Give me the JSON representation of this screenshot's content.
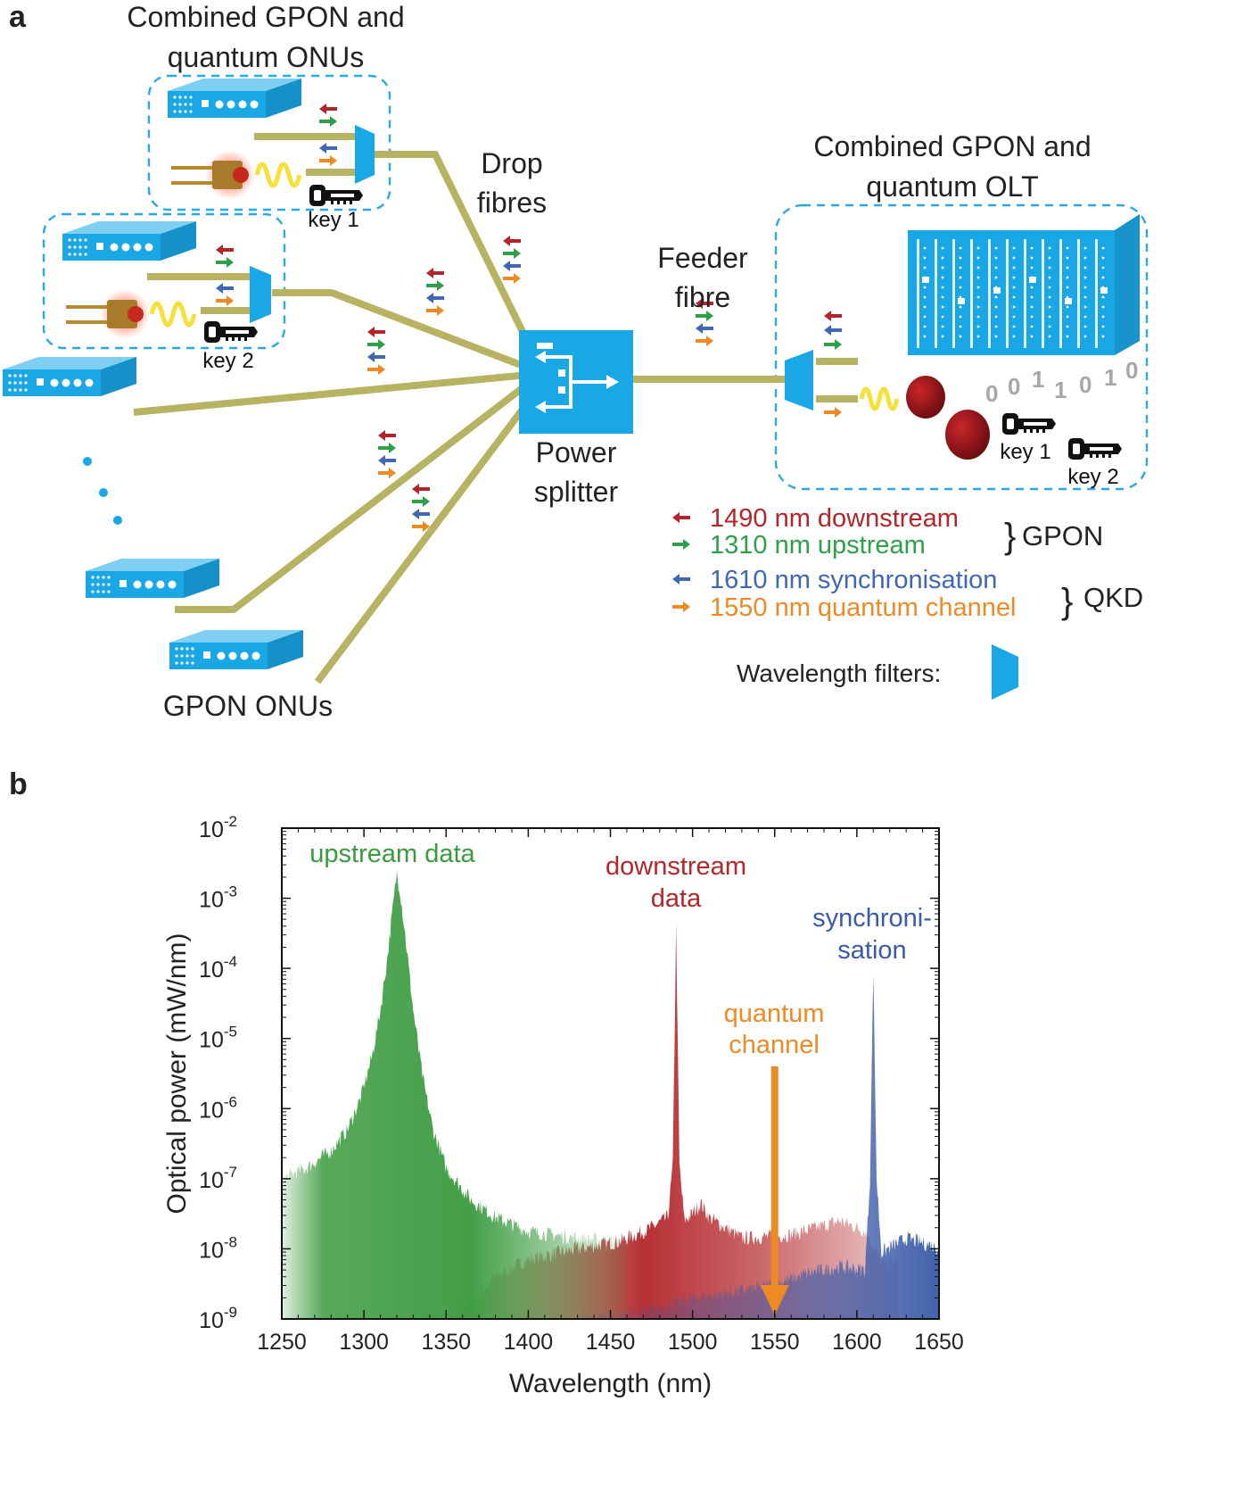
{
  "panel_a": {
    "letter": "a",
    "onu_q_title": [
      "Combined GPON and",
      "quantum ONUs"
    ],
    "olt_title": [
      "Combined GPON and",
      "quantum OLT"
    ],
    "drop_label": [
      "Drop",
      "fibres"
    ],
    "feeder_label": [
      "Feeder",
      "fibre"
    ],
    "splitter_label": [
      "Power",
      "splitter"
    ],
    "gpon_onus_label": "GPON ONUs",
    "keys": {
      "key1": "key 1",
      "key2": "key 2"
    },
    "bits": [
      "0",
      "0",
      "1",
      "1",
      "0",
      "1",
      "0"
    ],
    "legend": {
      "downstream": "1490 nm downstream",
      "upstream": "1310 nm upstream",
      "sync": "1610 nm synchronisation",
      "quantum": "1550 nm quantum channel",
      "gpon_group": "GPON",
      "qkd_group": "QKD",
      "filters": "Wavelength filters:"
    },
    "colors": {
      "downstream": "#b3252a",
      "upstream": "#2ea04a",
      "sync": "#3f67b3",
      "quantum": "#ee8a24",
      "device": "#1aa7e6",
      "fibre": "#b7b362"
    }
  },
  "panel_b": {
    "letter": "b",
    "annotations": {
      "upstream": "upstream data",
      "downstream": [
        "downstream",
        "data"
      ],
      "sync": [
        "synchroni-",
        "sation"
      ],
      "quantum": [
        "quantum",
        "channel"
      ]
    }
  },
  "chart_data": {
    "type": "area",
    "xlabel": "Wavelength (nm)",
    "ylabel": "Optical power (mW/nm)",
    "xlim": [
      1250,
      1650
    ],
    "ylim_log10": [
      -9,
      -2
    ],
    "y_scale": "log",
    "xticks": [
      1250,
      1300,
      1350,
      1400,
      1450,
      1500,
      1550,
      1600,
      1650
    ],
    "yticks": [
      "-2",
      "-3",
      "-4",
      "-5",
      "-6",
      "-7",
      "-8",
      "-9"
    ],
    "ytick_base": "10",
    "series": [
      {
        "name": "upstream data",
        "color": "#3a9a3e",
        "points_log10": [
          [
            1250,
            -7.0
          ],
          [
            1265,
            -6.85
          ],
          [
            1280,
            -6.6
          ],
          [
            1290,
            -6.3
          ],
          [
            1298,
            -5.85
          ],
          [
            1305,
            -5.25
          ],
          [
            1310,
            -4.6
          ],
          [
            1314,
            -3.9
          ],
          [
            1318,
            -3.05
          ],
          [
            1320,
            -2.65
          ],
          [
            1322,
            -2.9
          ],
          [
            1325,
            -3.5
          ],
          [
            1330,
            -4.6
          ],
          [
            1336,
            -5.6
          ],
          [
            1342,
            -6.3
          ],
          [
            1350,
            -6.85
          ],
          [
            1365,
            -7.3
          ],
          [
            1380,
            -7.55
          ],
          [
            1400,
            -7.75
          ],
          [
            1430,
            -7.85
          ],
          [
            1460,
            -7.9
          ]
        ]
      },
      {
        "name": "downstream data",
        "color": "#b3262a",
        "points_log10": [
          [
            1345,
            -9.0
          ],
          [
            1365,
            -8.75
          ],
          [
            1380,
            -8.4
          ],
          [
            1400,
            -8.15
          ],
          [
            1430,
            -8.0
          ],
          [
            1455,
            -7.9
          ],
          [
            1475,
            -7.7
          ],
          [
            1485,
            -7.55
          ],
          [
            1488,
            -6.8
          ],
          [
            1490,
            -3.4
          ],
          [
            1492,
            -6.8
          ],
          [
            1495,
            -7.6
          ],
          [
            1500,
            -7.5
          ],
          [
            1505,
            -7.35
          ],
          [
            1510,
            -7.55
          ],
          [
            1530,
            -7.85
          ],
          [
            1560,
            -7.8
          ],
          [
            1590,
            -7.6
          ],
          [
            1605,
            -7.75
          ],
          [
            1615,
            -8.2
          ],
          [
            1625,
            -8.2
          ]
        ]
      },
      {
        "name": "synchronisation",
        "color": "#3a59a8",
        "points_log10": [
          [
            1430,
            -9.0
          ],
          [
            1470,
            -8.9
          ],
          [
            1500,
            -8.7
          ],
          [
            1530,
            -8.6
          ],
          [
            1550,
            -8.5
          ],
          [
            1570,
            -8.35
          ],
          [
            1590,
            -8.25
          ],
          [
            1605,
            -8.3
          ],
          [
            1608,
            -7.0
          ],
          [
            1610,
            -4.0
          ],
          [
            1612,
            -7.0
          ],
          [
            1615,
            -8.05
          ],
          [
            1630,
            -7.85
          ],
          [
            1645,
            -7.95
          ],
          [
            1650,
            -8.0
          ]
        ]
      }
    ],
    "quantum_channel_wavelength": 1550,
    "quantum_color": "#ee8a24"
  }
}
